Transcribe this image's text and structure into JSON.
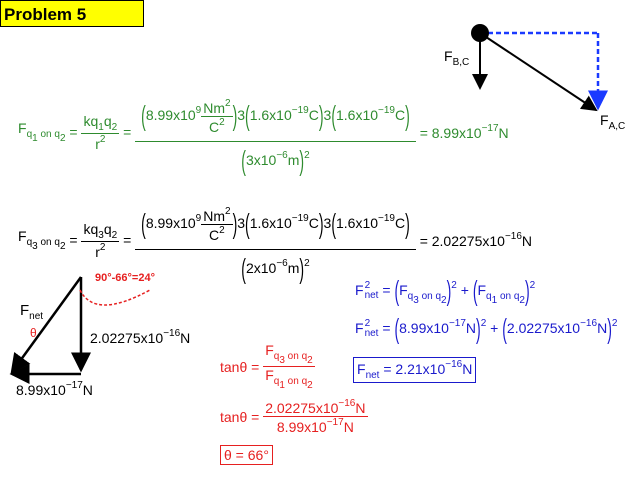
{
  "title": "Problem 5",
  "diagram_top": {
    "f_bc": "F",
    "f_bc_sub": "B,C",
    "f_ac": "F",
    "f_ac_sub": "A,C"
  },
  "eq1": {
    "lhs": "F",
    "lhs_sub": "q",
    "lhs_sub2": "1",
    "on": " on q",
    "on_sub": "2",
    "formula_num": "kq",
    "fn_sub1": "1",
    "fn_mid": "q",
    "fn_sub2": "2",
    "formula_den": "r",
    "den_sup": "2",
    "k": "8.99x10",
    "k_exp": "9",
    "unit_num": "Nm",
    "unit_num_sup": "2",
    "unit_den": "C",
    "unit_den_sup": "2",
    "q1": "3",
    "q1_val": "1.6x10",
    "q1_exp": "−19",
    "q1_unit": "C",
    "q2": "3",
    "q2_val": "1.6x10",
    "q2_exp": "−19",
    "q2_unit": "C",
    "r": "3x10",
    "r_exp": "−6",
    "r_unit": "m",
    "r_sup": "2",
    "result": "= 8.99x10",
    "result_exp": "−17",
    "result_unit": "N"
  },
  "eq2": {
    "lhs": "F",
    "lhs_sub": "q",
    "lhs_sub2": "3",
    "on": " on q",
    "on_sub": "2",
    "formula_num": "kq",
    "fn_sub1": "3",
    "fn_mid": "q",
    "fn_sub2": "2",
    "formula_den": "r",
    "den_sup": "2",
    "k": "8.99x10",
    "k_exp": "9",
    "unit_num": "Nm",
    "unit_num_sup": "2",
    "unit_den": "C",
    "unit_den_sup": "2",
    "q1": "3",
    "q1_val": "1.6x10",
    "q1_exp": "−19",
    "q1_unit": "C",
    "q2": "3",
    "q2_val": "1.6x10",
    "q2_exp": "−19",
    "q2_unit": "C",
    "r": "2x10",
    "r_exp": "−6",
    "r_unit": "m",
    "r_sup": "2",
    "result": "= 2.02275x10",
    "result_exp": "−16",
    "result_unit": "N"
  },
  "triangle": {
    "angle_label": "90°-66°=24°",
    "fnet": "F",
    "fnet_sub": "net",
    "theta": "θ",
    "vertical": "2.02275x10",
    "vertical_exp": "−16",
    "vertical_unit": "N",
    "horizontal": "8.99x10",
    "horizontal_exp": "−17",
    "horizontal_unit": "N"
  },
  "tan": {
    "lhs": "tanθ =",
    "num": "F",
    "num_sub": "q",
    "num_sub2": "3",
    "num_on": " on q",
    "num_on_sub": "2",
    "den": "F",
    "den_sub": "q",
    "den_sub2": "1",
    "den_on": " on q",
    "den_on_sub": "2",
    "num2": "2.02275x10",
    "num2_exp": "−16",
    "num2_unit": "N",
    "den2": "8.99x10",
    "den2_exp": "−17",
    "den2_unit": "N",
    "result": "θ = 66°"
  },
  "pyth": {
    "f": "F",
    "sup": "2",
    "sub": "net",
    "line1_a": "F",
    "line1_a_sub": "q",
    "line1_a_sub2": "3",
    "on": " on q",
    "on_sub": "2",
    "line1_b": "F",
    "line1_b_sub": "q",
    "line1_b_sub2": "1",
    "line2_a": "8.99x10",
    "line2_a_exp": "−17",
    "line2_b": "2.02275x10",
    "line2_b_exp": "−16",
    "unit": "N",
    "result": " = 2.21x10",
    "result_exp": "−16"
  }
}
